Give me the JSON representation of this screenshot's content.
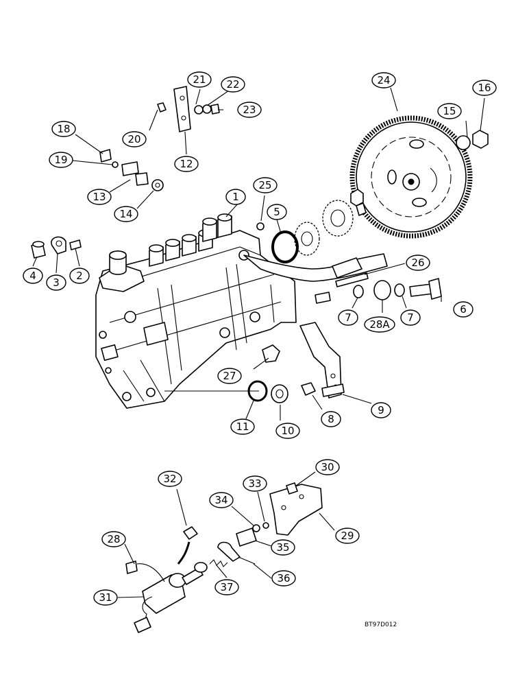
{
  "figure_code": "BT97D012",
  "callouts": [
    {
      "id": "c1",
      "text": "1"
    },
    {
      "id": "c2",
      "text": "2"
    },
    {
      "id": "c3",
      "text": "3"
    },
    {
      "id": "c4",
      "text": "4"
    },
    {
      "id": "c5",
      "text": "5"
    },
    {
      "id": "c6",
      "text": "6"
    },
    {
      "id": "c7a",
      "text": "7"
    },
    {
      "id": "c7b",
      "text": "7"
    },
    {
      "id": "c8",
      "text": "8"
    },
    {
      "id": "c9",
      "text": "9"
    },
    {
      "id": "c10",
      "text": "10"
    },
    {
      "id": "c11",
      "text": "11"
    },
    {
      "id": "c12",
      "text": "12"
    },
    {
      "id": "c13",
      "text": "13"
    },
    {
      "id": "c14",
      "text": "14"
    },
    {
      "id": "c15",
      "text": "15"
    },
    {
      "id": "c16",
      "text": "16"
    },
    {
      "id": "c18",
      "text": "18"
    },
    {
      "id": "c19",
      "text": "19"
    },
    {
      "id": "c20",
      "text": "20"
    },
    {
      "id": "c21",
      "text": "21"
    },
    {
      "id": "c22",
      "text": "22"
    },
    {
      "id": "c23",
      "text": "23"
    },
    {
      "id": "c24",
      "text": "24"
    },
    {
      "id": "c25",
      "text": "25"
    },
    {
      "id": "c26",
      "text": "26"
    },
    {
      "id": "c27",
      "text": "27"
    },
    {
      "id": "c28a",
      "text": "28A"
    },
    {
      "id": "c28",
      "text": "28"
    },
    {
      "id": "c29",
      "text": "29"
    },
    {
      "id": "c30",
      "text": "30"
    },
    {
      "id": "c31",
      "text": "31"
    },
    {
      "id": "c32",
      "text": "32"
    },
    {
      "id": "c33",
      "text": "33"
    },
    {
      "id": "c34",
      "text": "34"
    },
    {
      "id": "c35",
      "text": "35"
    },
    {
      "id": "c36",
      "text": "36"
    },
    {
      "id": "c37",
      "text": "37"
    }
  ]
}
